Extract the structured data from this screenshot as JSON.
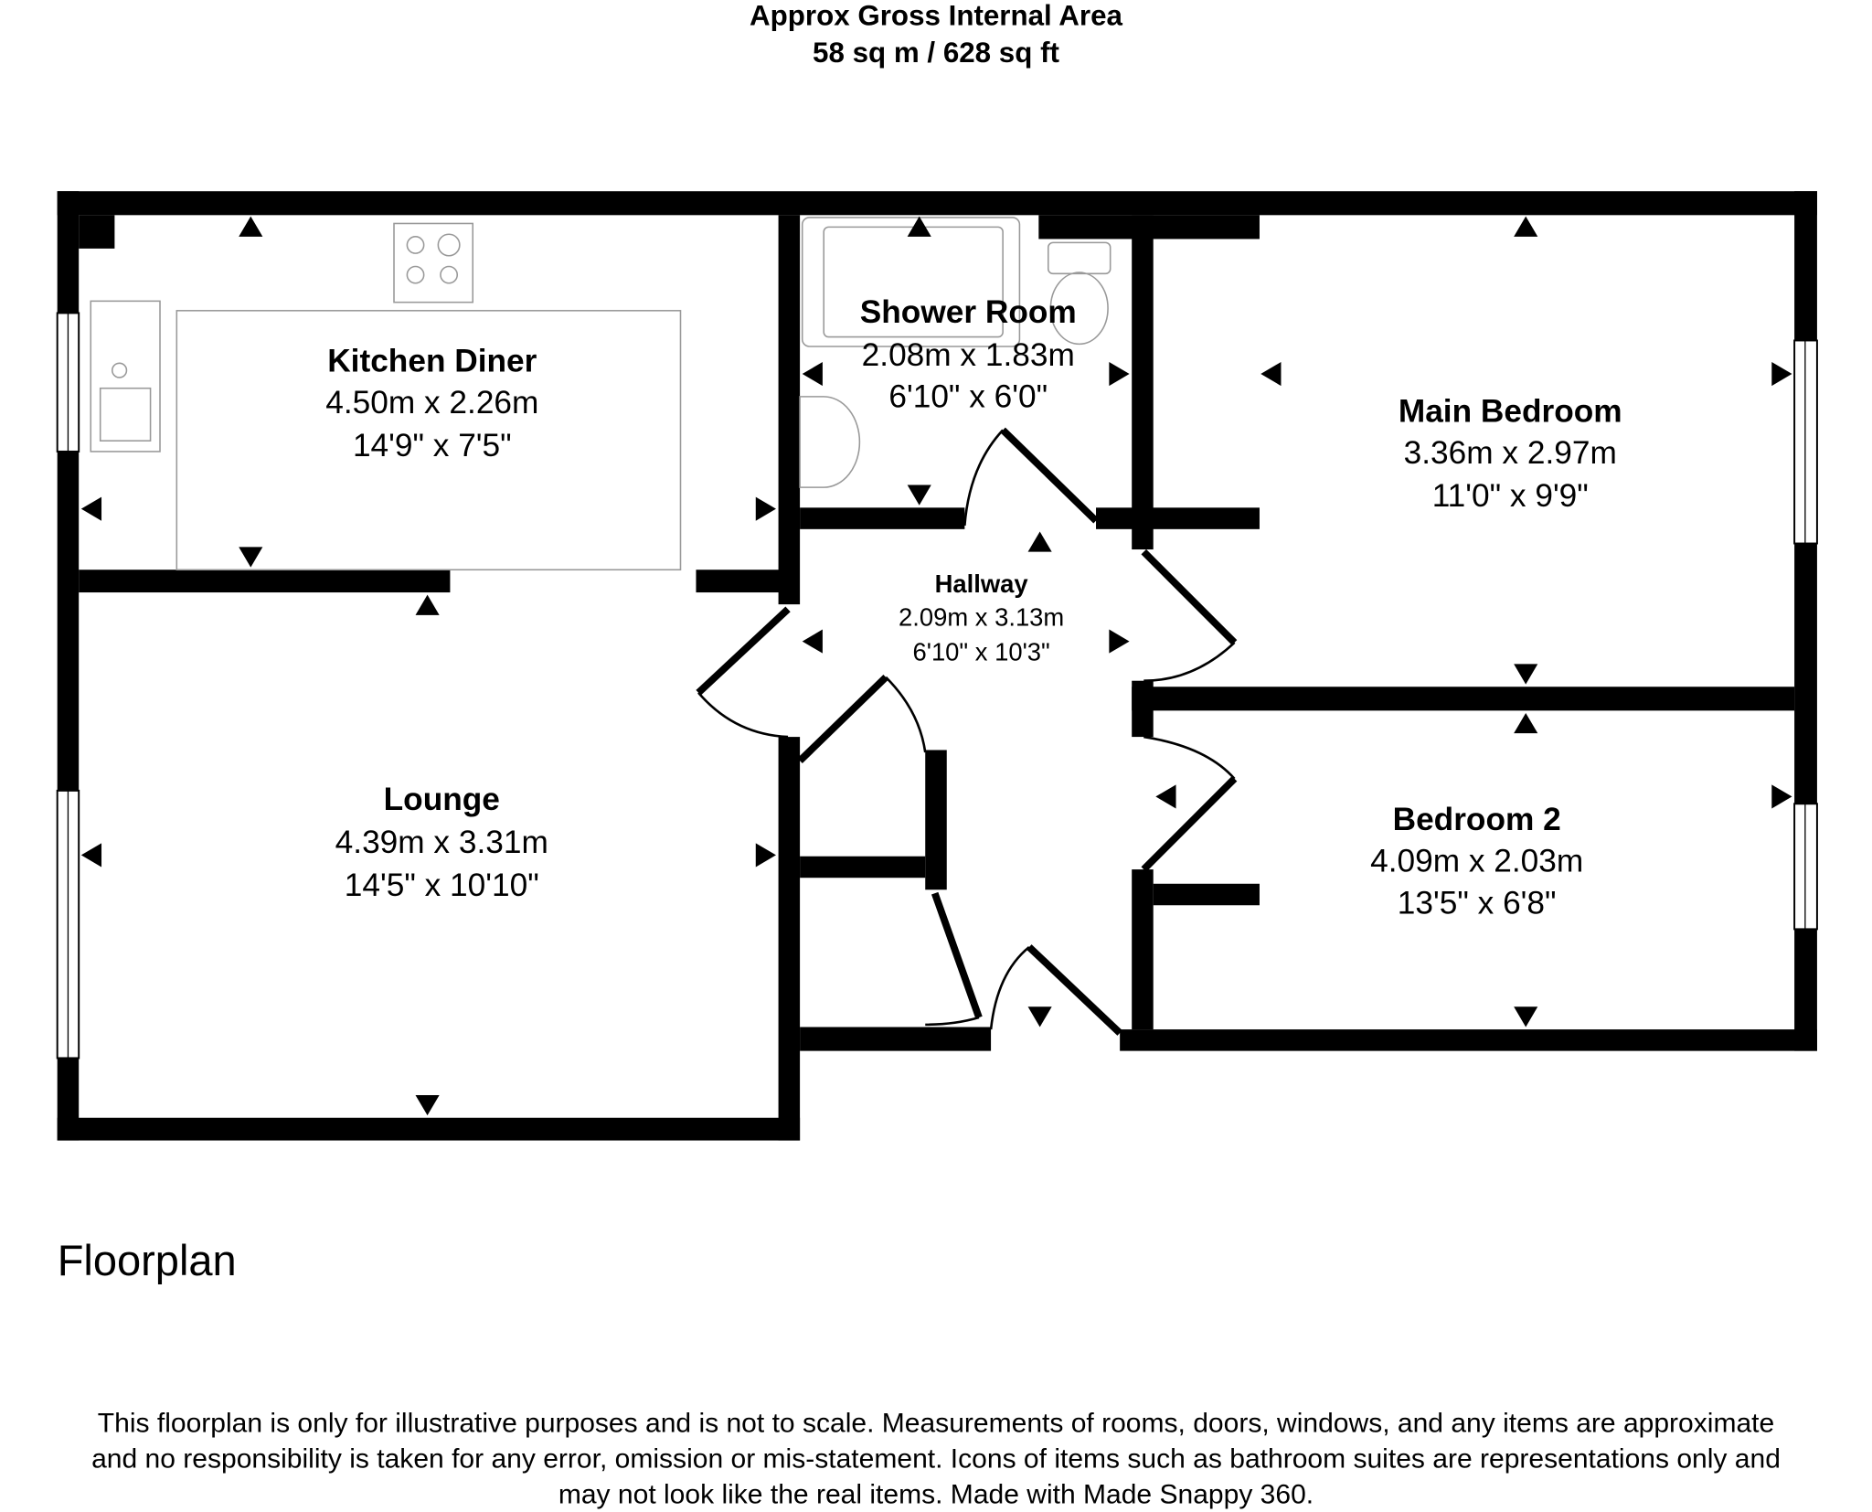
{
  "header": {
    "title": "Approx Gross Internal Area",
    "area": "58 sq m / 628 sq ft"
  },
  "rooms": {
    "kitchen": {
      "name": "Kitchen Diner",
      "metric": "4.50m x 2.26m",
      "imperial": "14'9\" x 7'5\""
    },
    "shower": {
      "name": "Shower Room",
      "metric": "2.08m x 1.83m",
      "imperial": "6'10\" x 6'0\""
    },
    "main_bedroom": {
      "name": "Main Bedroom",
      "metric": "3.36m x 2.97m",
      "imperial": "11'0\" x 9'9\""
    },
    "hallway": {
      "name": "Hallway",
      "metric": "2.09m x 3.13m",
      "imperial": "6'10\" x 10'3\""
    },
    "lounge": {
      "name": "Lounge",
      "metric": "4.39m x 3.31m",
      "imperial": "14'5\" x 10'10\""
    },
    "bedroom2": {
      "name": "Bedroom 2",
      "metric": "4.09m x 2.03m",
      "imperial": "13'5\" x 6'8\""
    }
  },
  "floor_label": "Floorplan",
  "disclaimer": [
    "This floorplan is only for illustrative purposes and is not to scale. Measurements of rooms, doors, windows, and any items are approximate",
    "and no responsibility is taken for any error, omission or mis-statement. Icons of items such as bathroom suites are representations only and",
    "may not look like the real items. Made with Made Snappy 360."
  ]
}
